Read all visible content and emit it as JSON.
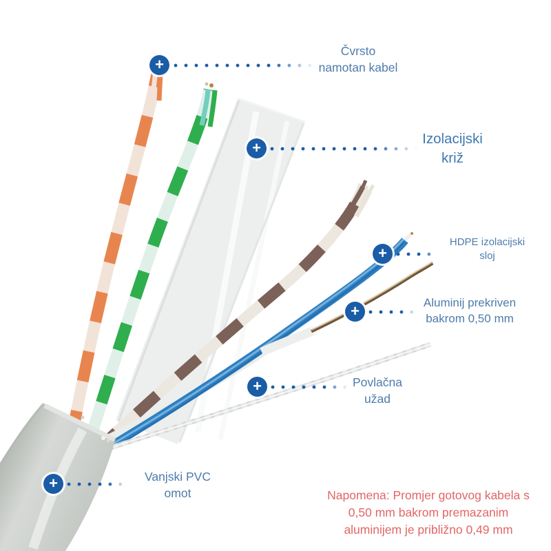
{
  "markers": {
    "symbol": "+",
    "color": "#1b5ca6"
  },
  "callouts": [
    {
      "name": "cvrsto-namotan-kabel",
      "line1": "Čvrsto",
      "line2": "namotan kabel"
    },
    {
      "name": "izolacijski-kriz",
      "line1": "Izolacijski",
      "line2": "križ"
    },
    {
      "name": "hdpe-izolacijski-sloj",
      "line1": "HDPE izolacijski",
      "line2": "sloj"
    },
    {
      "name": "aluminij-prekriven-bakrom",
      "line1": "Aluminij prekriven",
      "line2": "bakrom 0,50 mm"
    },
    {
      "name": "povlacna-uzad",
      "line1": "Povlačna",
      "line2": "užad"
    },
    {
      "name": "vanjski-pvc-omot",
      "line1": "Vanjski PVC",
      "line2": "omot"
    }
  ],
  "note": {
    "line1": "Napomena: Promjer gotovog kabela s",
    "line2": "0,50 mm bakrom premazanim",
    "line3": "aluminijem je približno 0,49 mm",
    "color": "#e26666"
  },
  "colors": {
    "accent_blue": "#1b5ca6",
    "label_blue": "#4d7cab",
    "large_label_blue": "#3f78b1",
    "note_red": "#e26666",
    "jacket_gray": "#c9cdc9",
    "pair_orange": "#e8854f",
    "pair_green": "#2fae4e",
    "pair_teal": "#72cfbe",
    "pair_brown": "#7b6157",
    "wire_blue": "#2e7fc2",
    "copper": "#8a6f4e",
    "film_white": "#edefef"
  }
}
